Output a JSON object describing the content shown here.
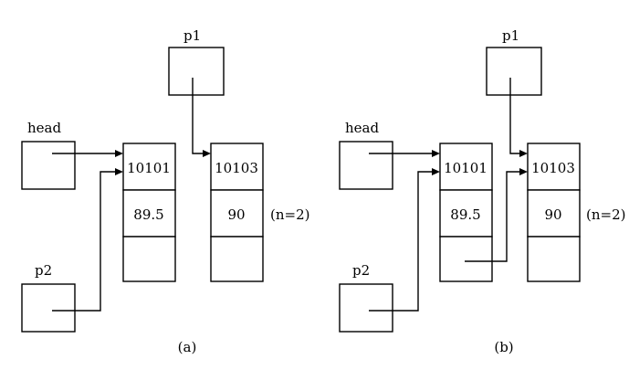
{
  "diagrams": [
    {
      "caption": "(a)",
      "labels": {
        "head": "head",
        "p1": "p1",
        "p2": "p2"
      },
      "nodes": [
        {
          "num": "10101",
          "score": "89.5"
        },
        {
          "num": "10103",
          "score": "90"
        }
      ],
      "annotation": "(n=2)"
    },
    {
      "caption": "(b)",
      "labels": {
        "head": "head",
        "p1": "p1",
        "p2": "p2"
      },
      "nodes": [
        {
          "num": "10101",
          "score": "89.5"
        },
        {
          "num": "10103",
          "score": "90"
        }
      ],
      "annotation": "(n=2)"
    }
  ]
}
